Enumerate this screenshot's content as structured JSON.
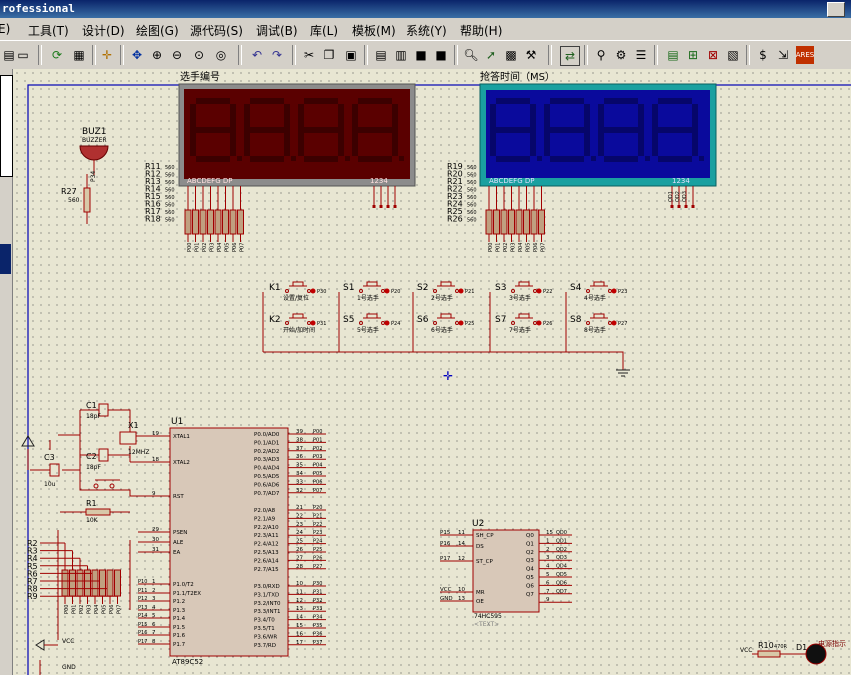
{
  "window": {
    "title": "rofessional"
  },
  "menu": [
    "E)",
    "工具(T)",
    "设计(D)",
    "绘图(G)",
    "源代码(S)",
    "调试(B)",
    "库(L)",
    "模板(M)",
    "系统(Y)",
    "帮助(H)"
  ],
  "display_left": {
    "title": "选手编号",
    "pins": "ABCDEFG DP",
    "digits_label": "1234",
    "resistors": [
      "R11",
      "R12",
      "R13",
      "R14",
      "R15",
      "R16",
      "R17",
      "R18"
    ],
    "nets": [
      "P00",
      "P01",
      "P02",
      "P03",
      "P04",
      "P05",
      "P06",
      "P07"
    ],
    "color": "#5a0000"
  },
  "display_right": {
    "title": "抢答时间（MS）",
    "pins": "ABCDEFG DP",
    "digits_label": "1234",
    "resistors": [
      "R19",
      "R20",
      "R21",
      "R22",
      "R23",
      "R24",
      "R25",
      "R26"
    ],
    "nets": [
      "P00",
      "P01",
      "P02",
      "P03",
      "P04",
      "P05",
      "P06",
      "P07"
    ],
    "bottom_nets": [
      "QD1",
      "QD2",
      "QD3"
    ],
    "color": "#0a0a9c"
  },
  "resistor_value": "560",
  "buzzer": {
    "ref": "BUZ1",
    "type": "BUZZER",
    "r_ref": "R27",
    "r_val": "560",
    "net": "P34"
  },
  "switches": [
    {
      "ref": "K1",
      "label": "设置/复位",
      "net": "P30"
    },
    {
      "ref": "S1",
      "label": "1号选手",
      "net": "P20"
    },
    {
      "ref": "S2",
      "label": "2号选手",
      "net": "P21"
    },
    {
      "ref": "S3",
      "label": "3号选手",
      "net": "P22"
    },
    {
      "ref": "S4",
      "label": "4号选手",
      "net": "P23"
    },
    {
      "ref": "K2",
      "label": "开始/加时间",
      "net": "P31"
    },
    {
      "ref": "S5",
      "label": "5号选手",
      "net": "P24"
    },
    {
      "ref": "S6",
      "label": "6号选手",
      "net": "P25"
    },
    {
      "ref": "S7",
      "label": "7号选手",
      "net": "P26"
    },
    {
      "ref": "S8",
      "label": "8号选手",
      "net": "P27"
    }
  ],
  "mcu": {
    "ref": "U1",
    "part": "AT89C52",
    "left_pins": [
      {
        "num": "19",
        "name": "XTAL1"
      },
      {
        "num": "18",
        "name": "XTAL2"
      },
      {
        "num": "9",
        "name": "RST"
      },
      {
        "num": "29",
        "name": "PSEN"
      },
      {
        "num": "30",
        "name": "ALE"
      },
      {
        "num": "31",
        "name": "EA"
      },
      {
        "num": "1",
        "name": "P1.0/T2",
        "net": "P10"
      },
      {
        "num": "2",
        "name": "P1.1/T2EX",
        "net": "P11"
      },
      {
        "num": "3",
        "name": "P1.2",
        "net": "P12"
      },
      {
        "num": "4",
        "name": "P1.3",
        "net": "P13"
      },
      {
        "num": "5",
        "name": "P1.4",
        "net": "P14"
      },
      {
        "num": "6",
        "name": "P1.5",
        "net": "P15"
      },
      {
        "num": "7",
        "name": "P1.6",
        "net": "P16"
      },
      {
        "num": "8",
        "name": "P1.7",
        "net": "P17"
      }
    ],
    "p0": [
      {
        "num": "39",
        "name": "P0.0/AD0",
        "net": "P00"
      },
      {
        "num": "38",
        "name": "P0.1/AD1",
        "net": "P01"
      },
      {
        "num": "37",
        "name": "P0.2/AD2",
        "net": "P02"
      },
      {
        "num": "36",
        "name": "P0.3/AD3",
        "net": "P03"
      },
      {
        "num": "35",
        "name": "P0.4/AD4",
        "net": "P04"
      },
      {
        "num": "34",
        "name": "P0.5/AD5",
        "net": "P05"
      },
      {
        "num": "33",
        "name": "P0.6/AD6",
        "net": "P06"
      },
      {
        "num": "32",
        "name": "P0.7/AD7",
        "net": "P07"
      }
    ],
    "p2": [
      {
        "num": "21",
        "name": "P2.0/A8",
        "net": "P20"
      },
      {
        "num": "22",
        "name": "P2.1/A9",
        "net": "P21"
      },
      {
        "num": "23",
        "name": "P2.2/A10",
        "net": "P22"
      },
      {
        "num": "24",
        "name": "P2.3/A11",
        "net": "P23"
      },
      {
        "num": "25",
        "name": "P2.4/A12",
        "net": "P24"
      },
      {
        "num": "26",
        "name": "P2.5/A13",
        "net": "P25"
      },
      {
        "num": "27",
        "name": "P2.6/A14",
        "net": "P26"
      },
      {
        "num": "28",
        "name": "P2.7/A15",
        "net": "P27"
      }
    ],
    "p3": [
      {
        "num": "10",
        "name": "P3.0/RXD",
        "net": "P30"
      },
      {
        "num": "11",
        "name": "P3.1/TXD",
        "net": "P31"
      },
      {
        "num": "12",
        "name": "P3.2/INT0",
        "net": "P32"
      },
      {
        "num": "13",
        "name": "P3.3/INT1",
        "net": "P33"
      },
      {
        "num": "14",
        "name": "P3.4/T0",
        "net": "P34"
      },
      {
        "num": "15",
        "name": "P3.5/T1",
        "net": "P35"
      },
      {
        "num": "16",
        "name": "P3.6/WR",
        "net": "P36"
      },
      {
        "num": "17",
        "name": "P3.7/RD",
        "net": "P37"
      }
    ]
  },
  "shift": {
    "ref": "U2",
    "part": "74HC595",
    "text": "<TEXT>",
    "left": [
      {
        "net": "P15",
        "num": "11",
        "name": "SH_CP"
      },
      {
        "net": "P16",
        "num": "14",
        "name": "DS"
      },
      {
        "net": "P17",
        "num": "12",
        "name": "ST_CP"
      },
      {
        "net": "VCC",
        "num": "10",
        "name": "MR"
      },
      {
        "net": "GND",
        "num": "13",
        "name": "OE"
      }
    ],
    "right": [
      {
        "num": "15",
        "name": "Q0",
        "net": "QD0"
      },
      {
        "num": "1",
        "name": "Q1",
        "net": "QD1"
      },
      {
        "num": "2",
        "name": "Q2",
        "net": "QD2"
      },
      {
        "num": "3",
        "name": "Q3",
        "net": "QD3"
      },
      {
        "num": "4",
        "name": "Q4",
        "net": "QD4"
      },
      {
        "num": "5",
        "name": "Q5",
        "net": "QD5"
      },
      {
        "num": "6",
        "name": "Q6",
        "net": "QD6"
      },
      {
        "num": "7",
        "name": "Q7",
        "net": "QD7"
      },
      {
        "num": "9",
        "name": "",
        "net": ""
      }
    ]
  },
  "crystal": {
    "c1": "C1",
    "c1v": "18pF",
    "c2": "C2",
    "c2v": "18pF",
    "x": "X1",
    "xv": "12MHZ",
    "c3": "C3",
    "c3v": "10u",
    "r1": "R1",
    "r1v": "10K"
  },
  "respack": [
    "R2",
    "R3",
    "R4",
    "R5",
    "R6",
    "R7",
    "R8",
    "R9"
  ],
  "bottom": {
    "vcc": "VCC",
    "gnd": "GND",
    "r10": "R10",
    "r10v": "470R",
    "d1": "D1",
    "led_label": "电源指示"
  }
}
